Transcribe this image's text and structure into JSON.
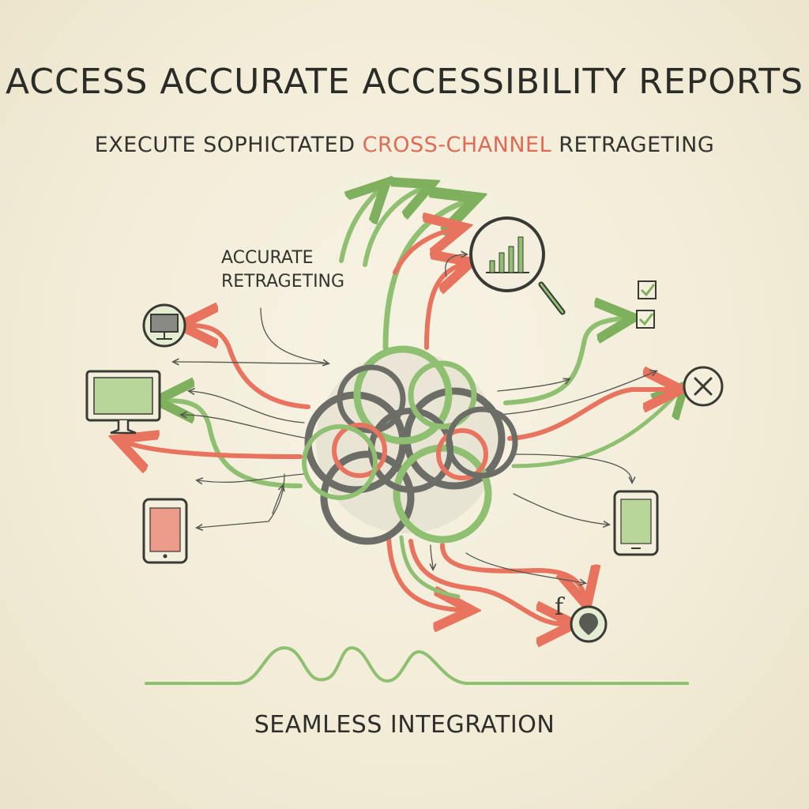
{
  "title": "ACCESS ACCURATE ACCESSIBILITY REPORTS",
  "subtitle": {
    "before": "EXECUTE SOPHICTATED ",
    "highlight": "CROSS-CHANNEL",
    "after": " RETRAGETING"
  },
  "callout": {
    "line1": "ACCURATE",
    "line2": "RETRAGETING"
  },
  "footer": "SEAMLESS INTEGRATION",
  "colors": {
    "background": "#f4efdc",
    "green": "#7fb05e",
    "red": "#e8735e",
    "ink": "#3a3a35",
    "gray": "#7a7a74"
  },
  "icons": {
    "facebook_glyph": "f",
    "close_glyph": "✕"
  }
}
